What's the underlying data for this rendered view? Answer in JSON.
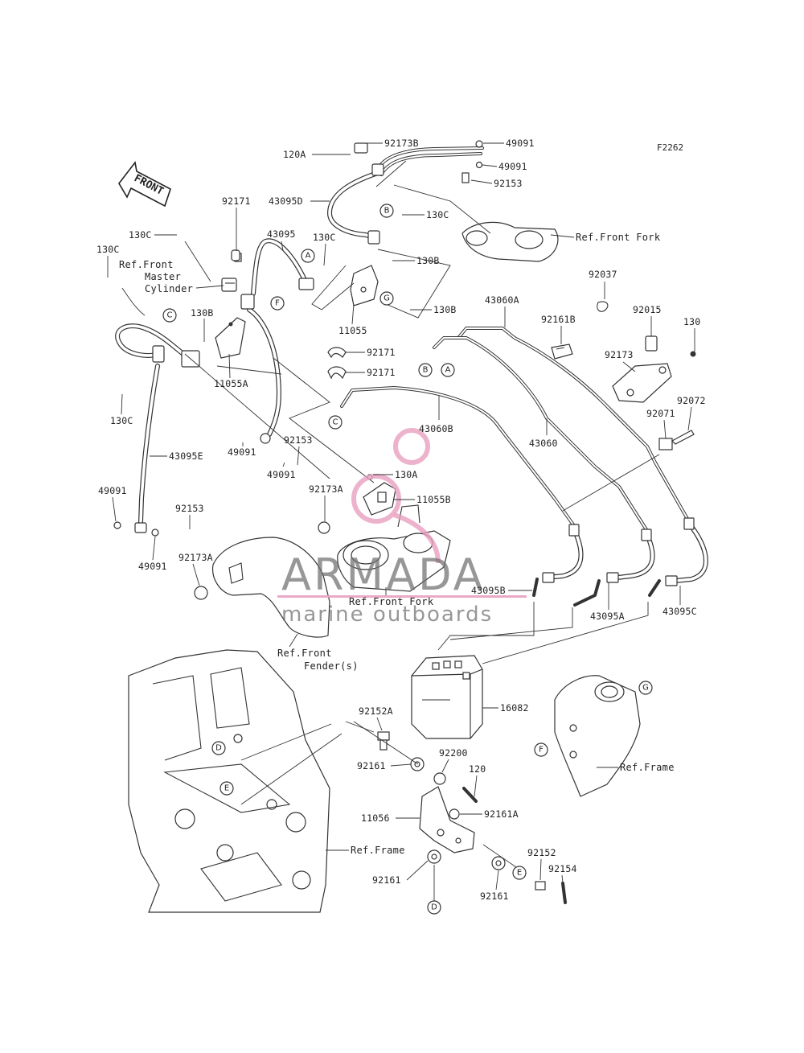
{
  "figure_code": "F2262",
  "front_arrow": "FRONT",
  "labels": {
    "p92173B": "92173B",
    "p120A": "120A",
    "p49091_a": "49091",
    "p49091_b": "49091",
    "p92153_a": "92153",
    "p43095D": "43095D",
    "p130C_a": "130C",
    "p92171_a": "92171",
    "p43095": "43095",
    "p130C_b": "130C",
    "p130C_c": "130C",
    "p130C_d": "130C",
    "p130B_a": "130B",
    "p130B_b": "130B",
    "p130B_c": "130B",
    "p11055": "11055",
    "p11055A": "11055A",
    "p92171_b": "92171",
    "p92171_c": "92171",
    "p43060A": "43060A",
    "p92037": "92037",
    "p92161B": "92161B",
    "p92015": "92015",
    "p130": "130",
    "p92173": "92173",
    "p92072": "92072",
    "p92071": "92071",
    "p43060B": "43060B",
    "p43060": "43060",
    "p130C_e": "130C",
    "p43095E": "43095E",
    "p49091_c": "49091",
    "p92153_b": "92153",
    "p49091_d": "49091",
    "p49091_e": "49091",
    "p130A": "130A",
    "p11055B": "11055B",
    "p92173A_a": "92173A",
    "p92153_c": "92153",
    "p49091_f": "49091",
    "p92173A_b": "92173A",
    "p43095B": "43095B",
    "p43095A": "43095A",
    "p43095C": "43095C",
    "p16082": "16082",
    "p92152A": "92152A",
    "p92200": "92200",
    "p92161_a": "92161",
    "p120": "120",
    "p92161A": "92161A",
    "p11056": "11056",
    "p92152": "92152",
    "p92154": "92154",
    "p92161_b": "92161",
    "p92161_c": "92161"
  },
  "refs": {
    "front_fork_top": "Ref.Front Fork",
    "master_cyl_1": "Ref.Front",
    "master_cyl_2": "Master",
    "master_cyl_3": "Cylinder",
    "front_fork_mid": "Ref.Front Fork",
    "fender_1": "Ref.Front",
    "fender_2": "Fender(s)",
    "frame_right": "Ref.Frame",
    "frame_bottom": "Ref.Frame"
  },
  "callouts": {
    "A1": "A",
    "A2": "A",
    "B1": "B",
    "B2": "B",
    "C1": "C",
    "C2": "C",
    "D1": "D",
    "D2": "D",
    "E1": "E",
    "E2": "E",
    "F1": "F",
    "F2": "F",
    "G1": "G",
    "G2": "G"
  },
  "watermark": {
    "title": "ARMADA",
    "subtitle": "marine outboards",
    "accent": "#e8a0c0"
  }
}
